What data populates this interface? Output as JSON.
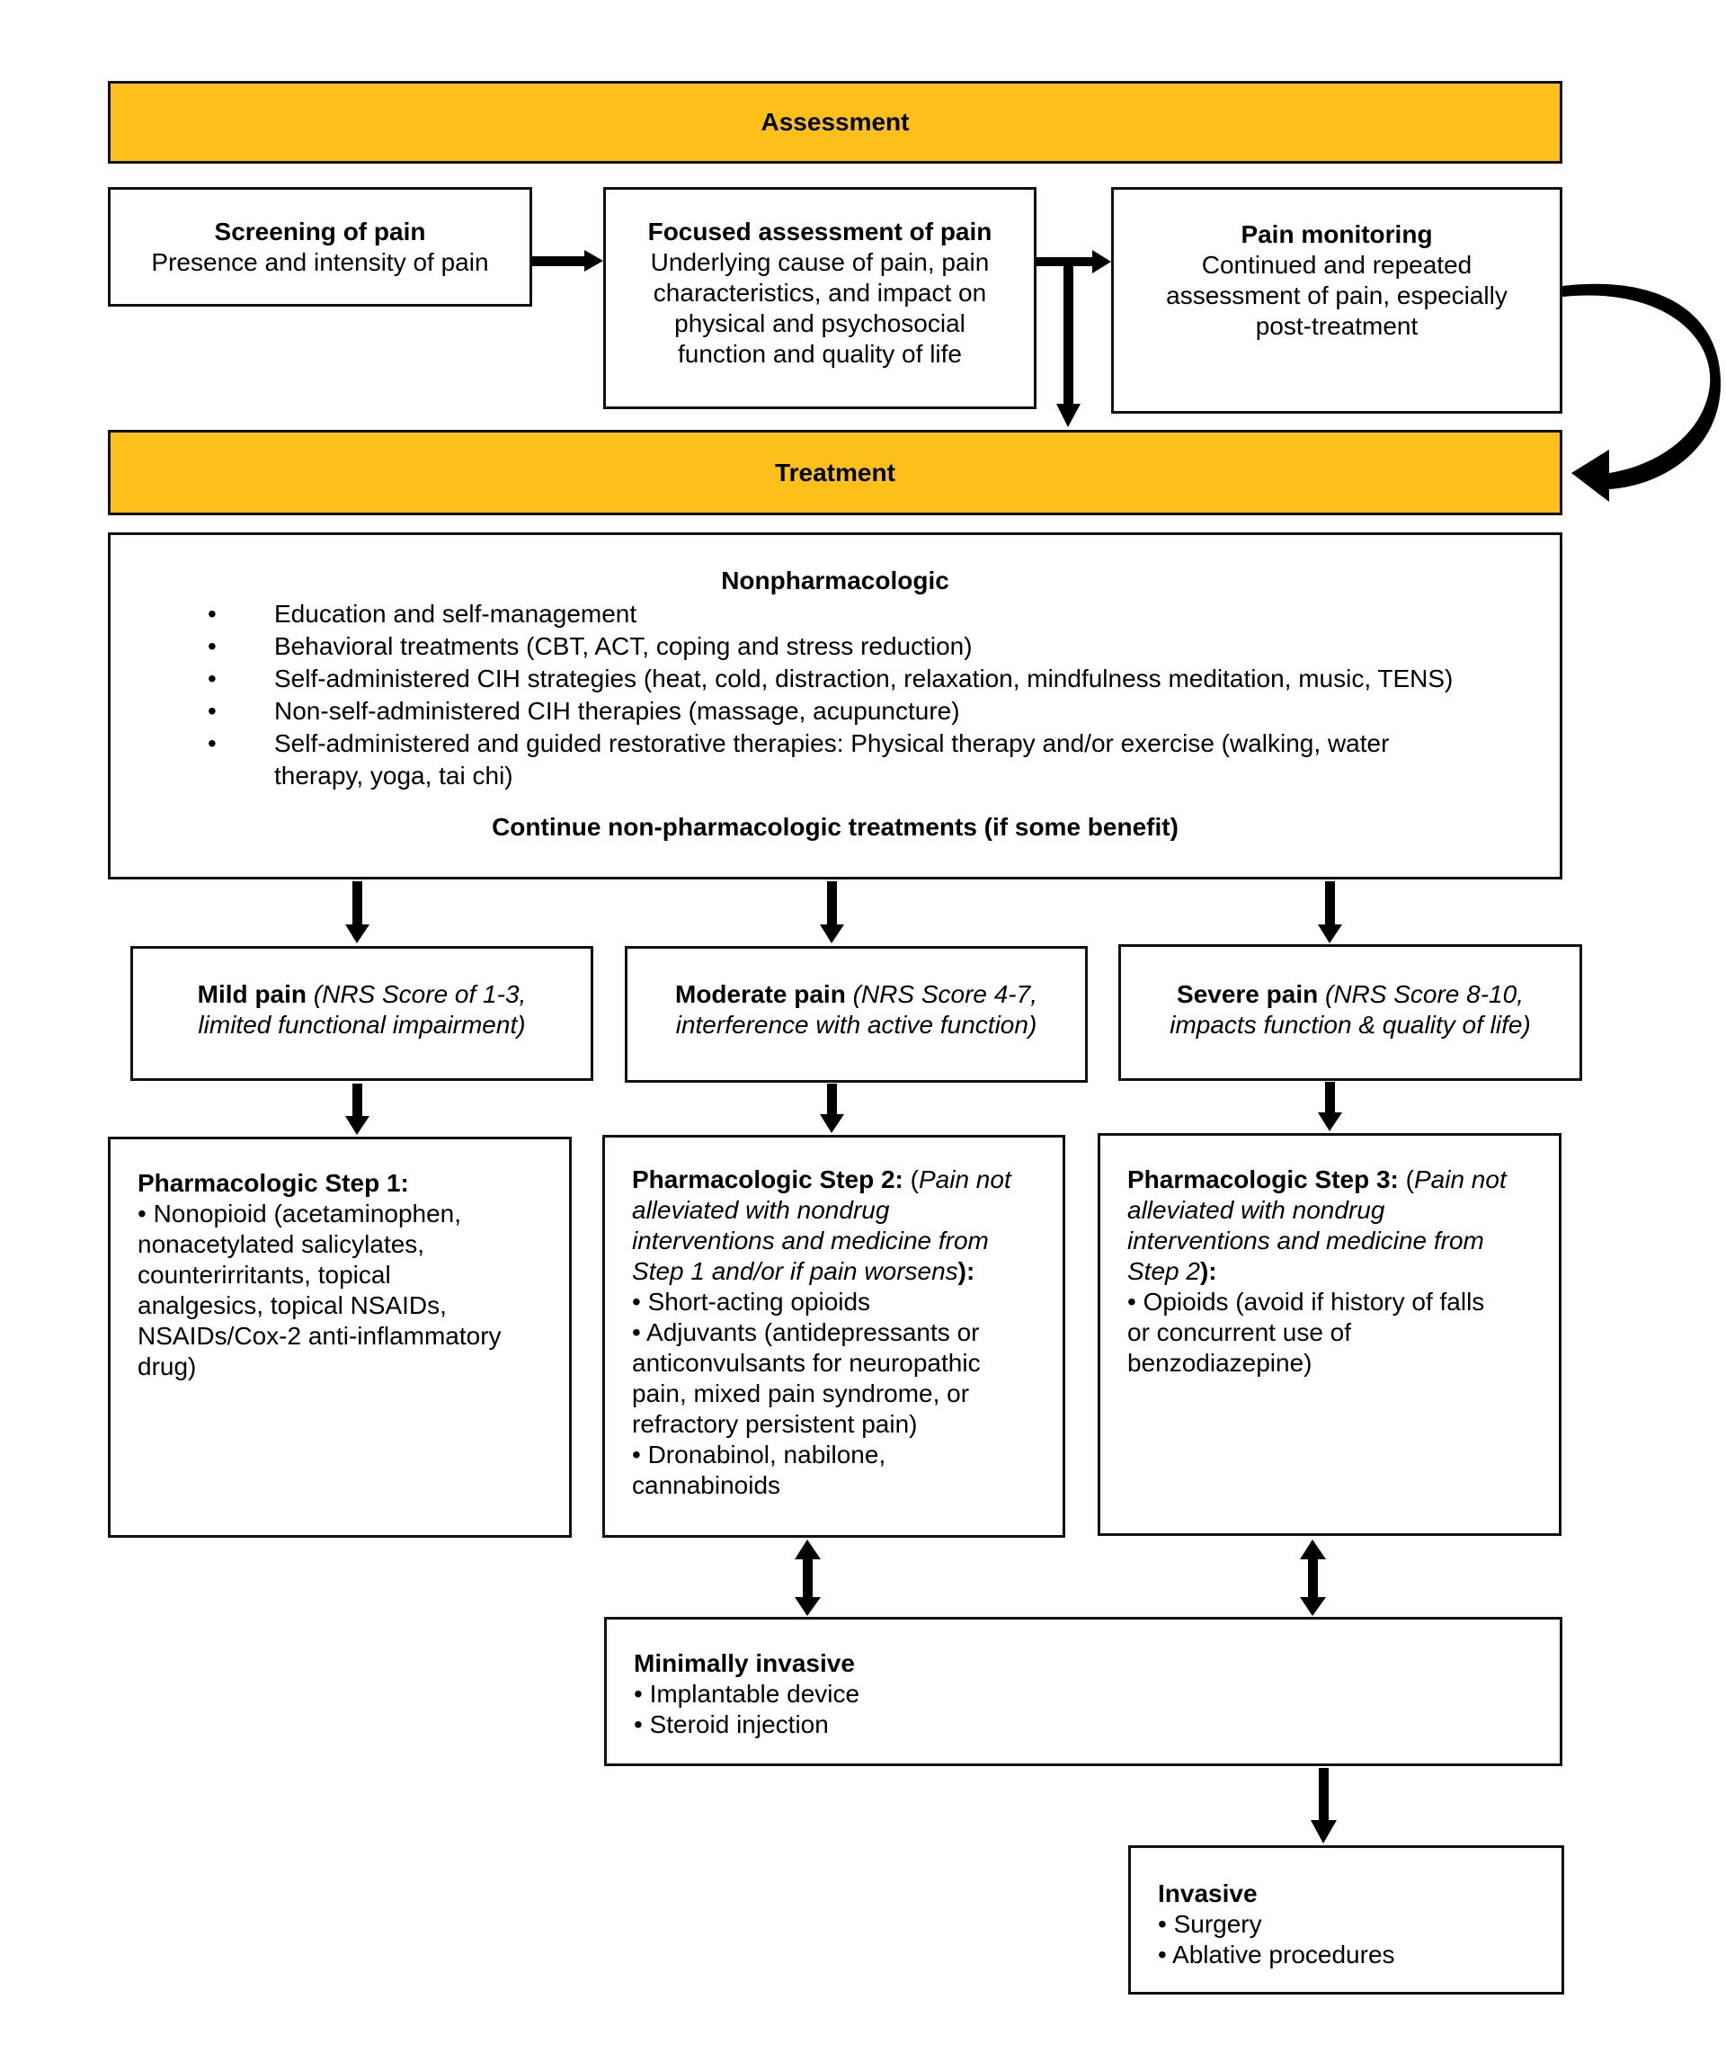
{
  "colors": {
    "banner": "#FDBF1A",
    "border": "#111111",
    "arrow": "#000000"
  },
  "assessment": {
    "title": "Assessment"
  },
  "screening": {
    "title": "Screening of pain",
    "text": "Presence and intensity of pain"
  },
  "focused": {
    "title": "Focused assessment of pain",
    "lines": [
      "Underlying cause of pain, pain",
      "characteristics, and impact on",
      "physical and psychosocial",
      "function and quality of life"
    ]
  },
  "monitoring": {
    "title": "Pain monitoring",
    "lines": [
      "Continued and repeated",
      "assessment of pain, especially",
      "post-treatment"
    ]
  },
  "treatment": {
    "title": "Treatment"
  },
  "nonpharm": {
    "title": "Nonpharmacologic",
    "items": [
      "Education and self-management",
      "Behavioral treatments (CBT, ACT, coping and stress reduction)",
      "Self-administered CIH strategies (heat, cold, distraction, relaxation, mindfulness meditation, music, TENS)",
      "Non-self-administered CIH therapies (massage, acupuncture)",
      "Self-administered and guided restorative therapies: Physical therapy and/or exercise (walking, water therapy, yoga, tai chi)"
    ],
    "footer": "Continue non-pharmacologic treatments (if some benefit)"
  },
  "mild": {
    "label": "Mild pain",
    "desc1": "(NRS Score of 1-3,",
    "desc2": "limited functional impairment)"
  },
  "moderate": {
    "label": "Moderate pain",
    "desc1": "(NRS Score 4-7,",
    "desc2": "interference with active function)"
  },
  "severe": {
    "label": "Severe pain",
    "desc1": "(NRS Score 8-10,",
    "desc2": "impacts function & quality of life)"
  },
  "step1": {
    "title": "Pharmacologic Step 1:",
    "lines": [
      "• Nonopioid (acetaminophen,",
      "nonacetylated salicylates,",
      "counterirritants, topical",
      "analgesics, topical NSAIDs,",
      "NSAIDs/Cox-2 anti-inflammatory",
      "drug)"
    ]
  },
  "step2": {
    "title": "Pharmacologic Step 2:",
    "paren_open": "(",
    "note_part1": "Pain not",
    "note_lines": [
      "alleviated with nondrug",
      "interventions and medicine from"
    ],
    "note_last": "Step 1 and/or if pain worsens",
    "paren_close": "):",
    "lines": [
      "• Short-acting opioids",
      "• Adjuvants (antidepressants or",
      "anticonvulsants for neuropathic",
      "pain, mixed pain syndrome, or",
      "refractory persistent pain)",
      "• Dronabinol, nabilone,",
      "cannabinoids"
    ]
  },
  "step3": {
    "title": "Pharmacologic Step 3:",
    "paren_open": "(",
    "note_part1": "Pain not",
    "note_lines": [
      "alleviated with nondrug",
      "interventions and medicine from"
    ],
    "note_last": "Step 2",
    "paren_close": "):",
    "lines": [
      "• Opioids (avoid if history of falls",
      "or concurrent use of",
      "benzodiazepine)"
    ]
  },
  "minimal": {
    "title": "Minimally invasive",
    "lines": [
      "• Implantable device",
      "• Steroid injection"
    ]
  },
  "invasive": {
    "title": "Invasive",
    "lines": [
      "• Surgery",
      "• Ablative procedures"
    ]
  }
}
